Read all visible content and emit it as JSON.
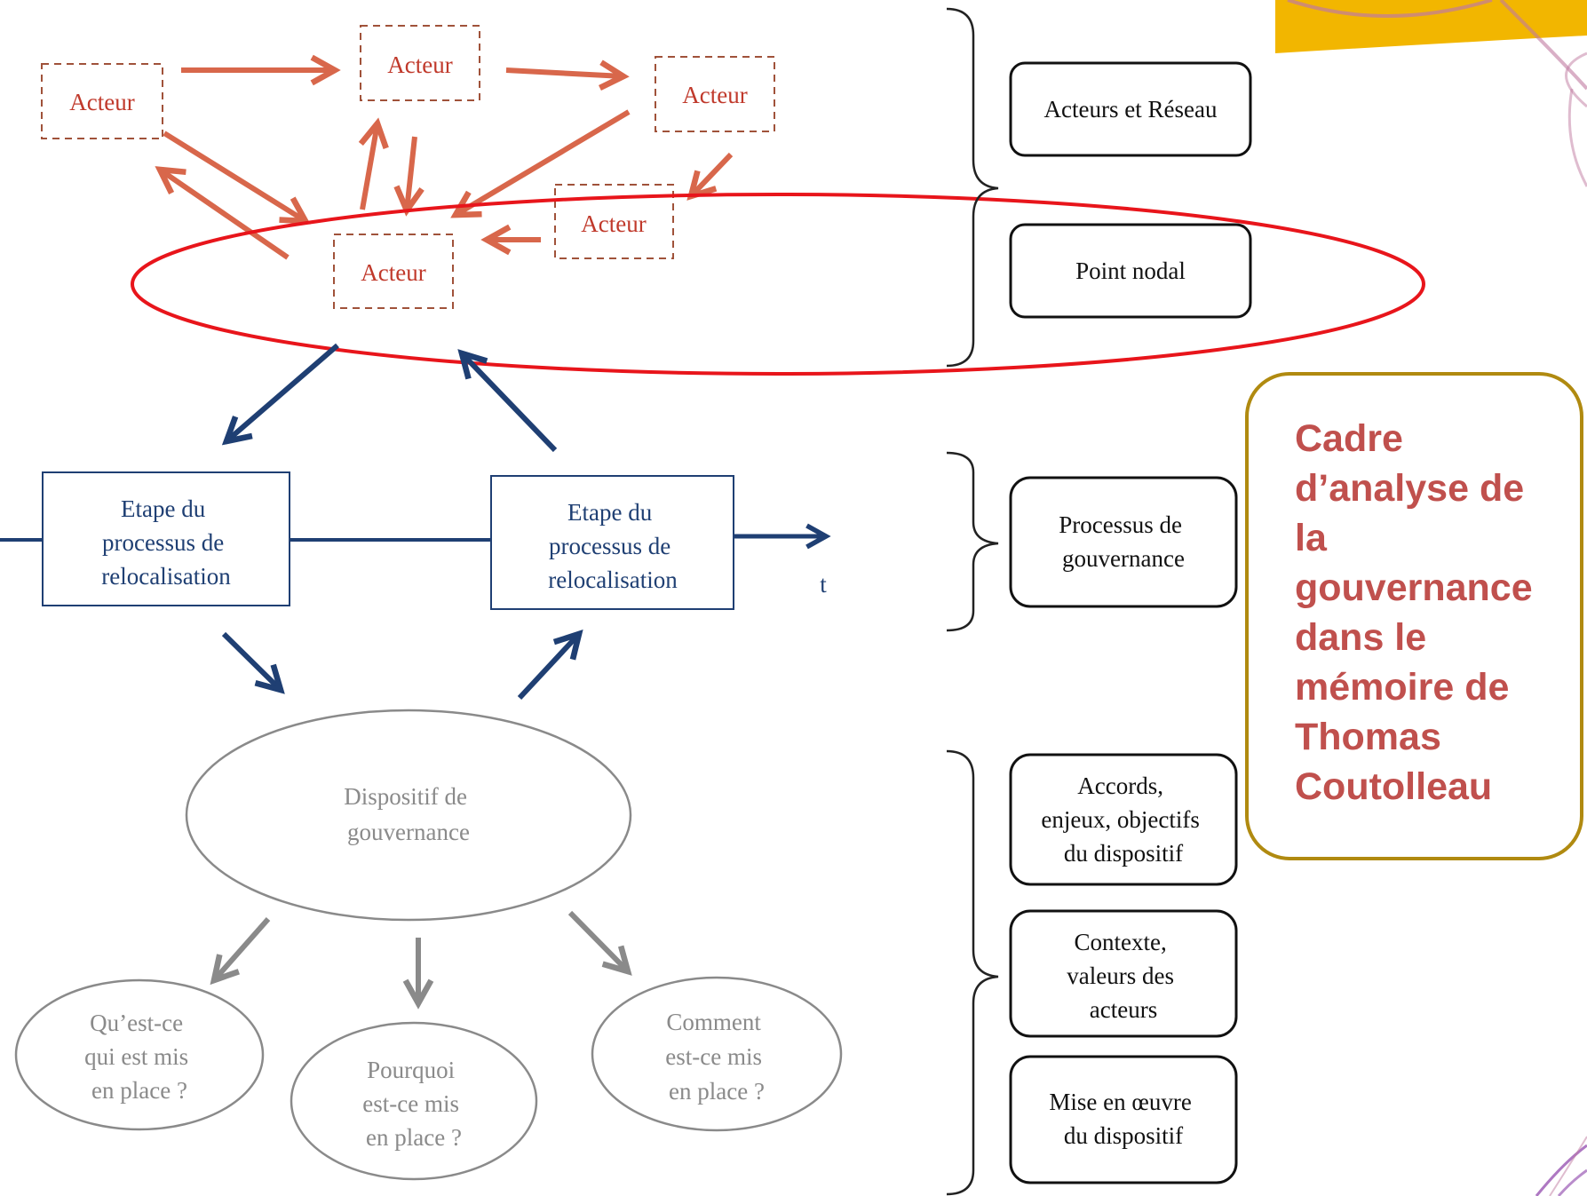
{
  "colors": {
    "actor": "#c0392b",
    "actor_arrow": "#d8674b",
    "step": "#1f3f73",
    "dispositif": "#8a8a8a",
    "highlight_ellipse": "#e8151b",
    "callout_border": "#b08a10",
    "callout_text": "#c0504d",
    "corner_gold": "#f2b600",
    "corner_ring": "#c07aa0"
  },
  "network": {
    "actor_label": "Acteur"
  },
  "steps": {
    "step1": [
      "Etape du",
      "processus de",
      "relocalisation"
    ],
    "step2": [
      "Etape du",
      "processus de",
      "relocalisation"
    ],
    "time_label": "t"
  },
  "dispositif": {
    "center": [
      "Dispositif de",
      "gouvernance"
    ],
    "what": [
      "Qu’est-ce",
      "qui est mis",
      "en place ?"
    ],
    "why": [
      "Pourquoi",
      "est-ce mis",
      "en place ?"
    ],
    "how": [
      "Comment",
      "est-ce mis",
      "en place ?"
    ]
  },
  "right_boxes": {
    "actors_network": "Acteurs et Réseau",
    "nodal_point": "Point nodal",
    "gov_process": [
      "Processus de",
      "gouvernance"
    ],
    "agreements": [
      "Accords,",
      "enjeux, objectifs",
      "du dispositif"
    ],
    "context": [
      "Contexte,",
      "valeurs des",
      "acteurs"
    ],
    "implementation": [
      "Mise en œuvre",
      "du dispositif"
    ]
  },
  "callout": {
    "lines": [
      "Cadre",
      "d’analyse de",
      "la",
      "gouvernance",
      "dans le",
      "mémoire de",
      "Thomas",
      "Coutolleau"
    ]
  }
}
